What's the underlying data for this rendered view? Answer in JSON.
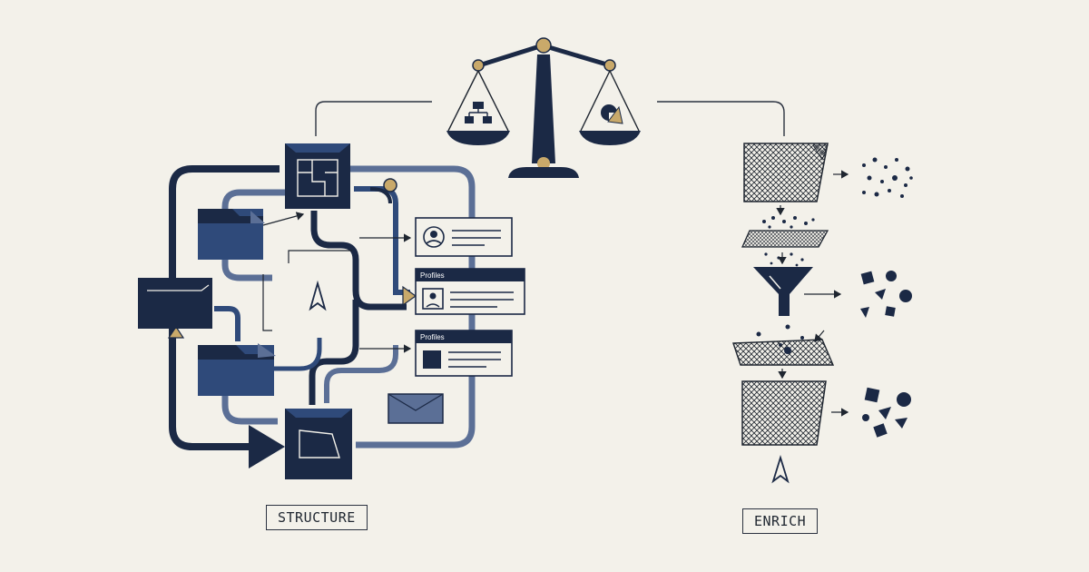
{
  "labels": {
    "left": "STRUCTURE",
    "right": "ENRICH"
  },
  "cards": [
    {
      "header": ""
    },
    {
      "header": "Profiles"
    },
    {
      "header": "Profiles"
    }
  ],
  "colors": {
    "navy": "#1b2945",
    "blue": "#2f4a7a",
    "slate": "#5b6f96",
    "gold": "#c9a96a",
    "ink": "#1f2630",
    "bg": "#f3f1ea"
  },
  "icons": [
    "scale-icon",
    "funnel-icon",
    "cursor-icon",
    "folder-icon",
    "avatar-icon",
    "hierarchy-icon",
    "pie-icon",
    "mesh-icon"
  ]
}
